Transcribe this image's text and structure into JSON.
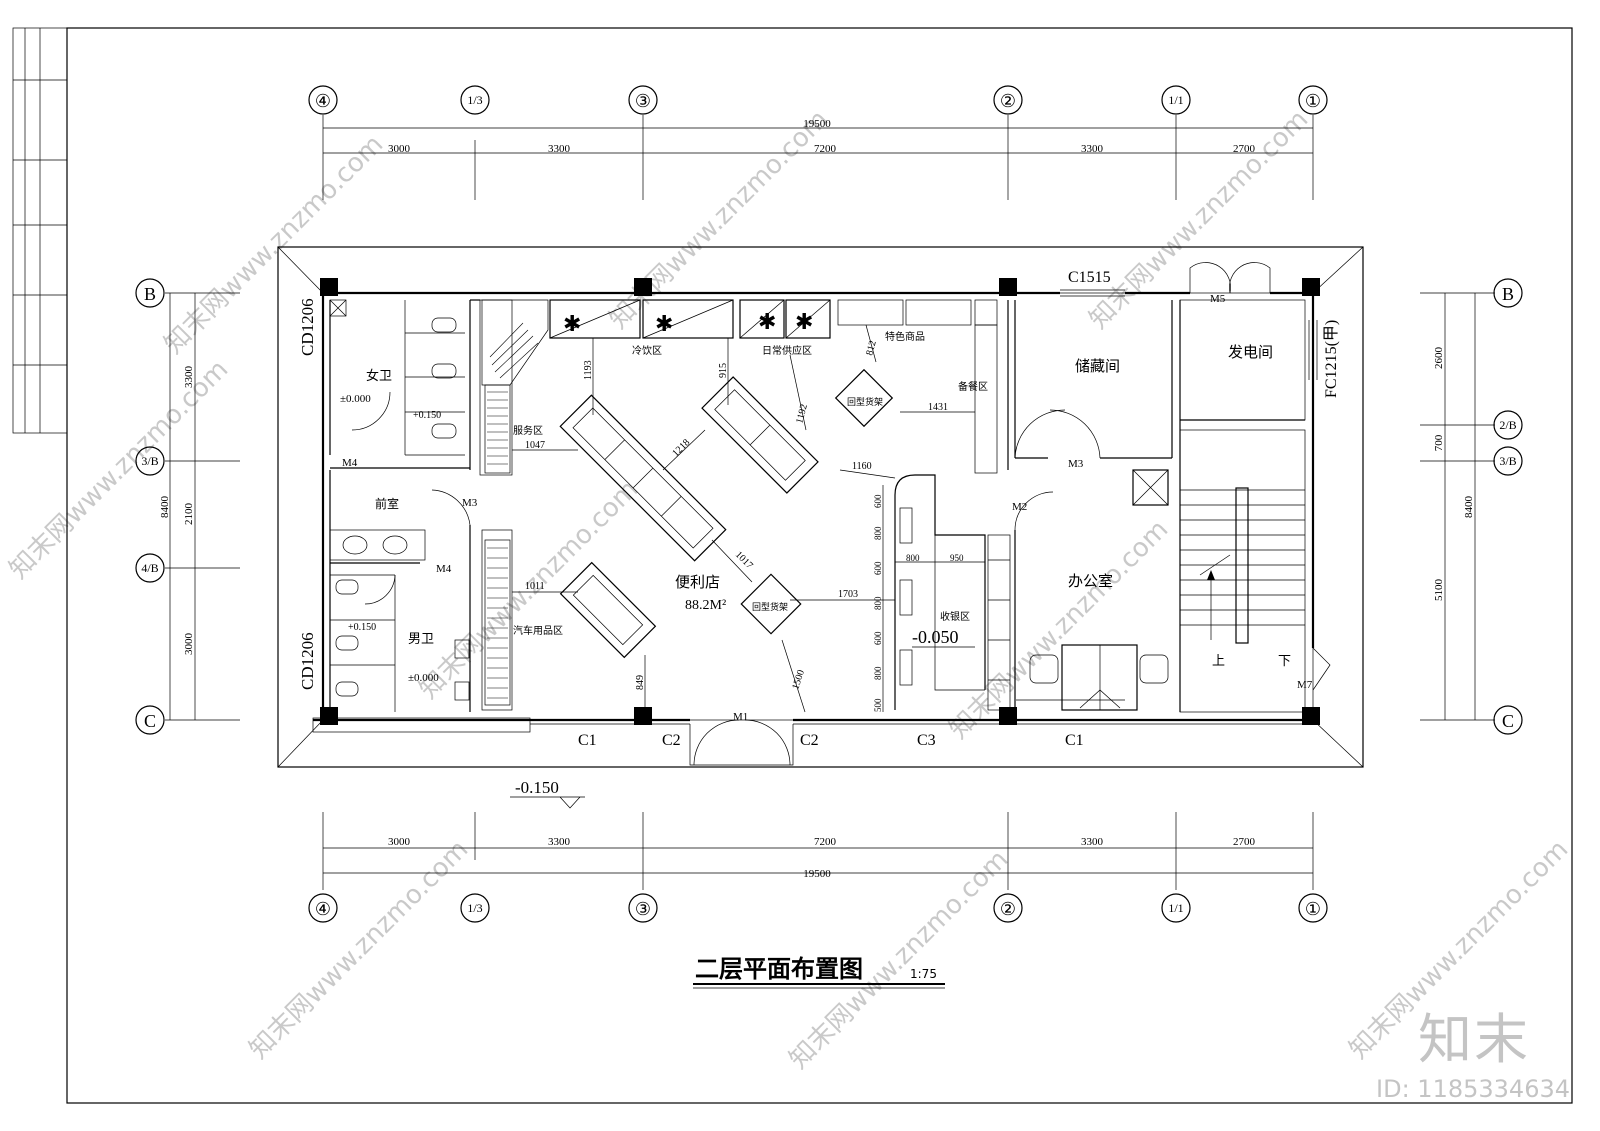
{
  "title": "二层平面布置图",
  "scale": "1:75",
  "axes_top": [
    "④",
    "1/3",
    "③",
    "②",
    "1/1",
    "①"
  ],
  "axes_bottom": [
    "④",
    "1/3",
    "③",
    "②",
    "1/1",
    "①"
  ],
  "axes_left": [
    "B",
    "3/B",
    "4/B",
    "C"
  ],
  "axes_right": [
    "B",
    "2/B",
    "3/B",
    "C"
  ],
  "dims_h": [
    "3000",
    "3300",
    "7200",
    "3300",
    "2700"
  ],
  "dim_h_total": "19500",
  "dims_left": [
    "3300",
    "2100",
    "3000"
  ],
  "dim_left_total": "8400",
  "dims_right": [
    "2600",
    "700",
    "5100"
  ],
  "dim_right_total": "8400",
  "rooms": {
    "female_wc": "女卫",
    "male_wc": "男卫",
    "anteroom": "前室",
    "store_name": "便利店",
    "store_area": "88.2M²",
    "storage": "储藏间",
    "generator": "发电间",
    "office": "办公室"
  },
  "zones": {
    "cold_drinks": "冷饮区",
    "daily_supply": "日常供应区",
    "specialty": "特色商品",
    "prep": "备餐区",
    "service": "服务区",
    "auto_supplies": "汽车用品区",
    "cashier": "收银区",
    "shelf1": "回型货架",
    "shelf2": "回型货架"
  },
  "doors": {
    "m1": "M1",
    "m2": "M2",
    "m3a": "M3",
    "m3b": "M3",
    "m4a": "M4",
    "m4b": "M4",
    "m5": "M5",
    "m7": "M7"
  },
  "windows": {
    "cd_top": "CD1206",
    "cd_bottom": "CD1206",
    "c1515": "C1515",
    "fc1215": "FC1215(甲)",
    "c1a": "C1",
    "c2a": "C2",
    "c2b": "C2",
    "c3": "C3",
    "c1b": "C1"
  },
  "levels": {
    "female": "±0.000",
    "female_shower": "+0.150",
    "male": "±0.000",
    "male_shower": "+0.150",
    "cashier": "-0.050",
    "outside": "-0.150"
  },
  "stair": {
    "up": "上",
    "down": "下"
  },
  "inner_dims": {
    "d1193": "1193",
    "d915": "915",
    "d812": "812",
    "d1431": "1431",
    "d1047": "1047",
    "d1218": "1218",
    "d1192": "1192",
    "d1160": "1160",
    "d1017": "1017",
    "d1011": "1011",
    "d1703": "1703",
    "d849": "849",
    "d1500": "1500",
    "d800a": "800",
    "d950": "950",
    "v600a": "600",
    "v800a": "800",
    "v600b": "600",
    "v800b": "800",
    "v600c": "600",
    "v800c": "800",
    "v500": "500"
  },
  "watermark": "知末网www.znzmo.com",
  "brand": "知末",
  "image_id": "ID: 1185334634"
}
